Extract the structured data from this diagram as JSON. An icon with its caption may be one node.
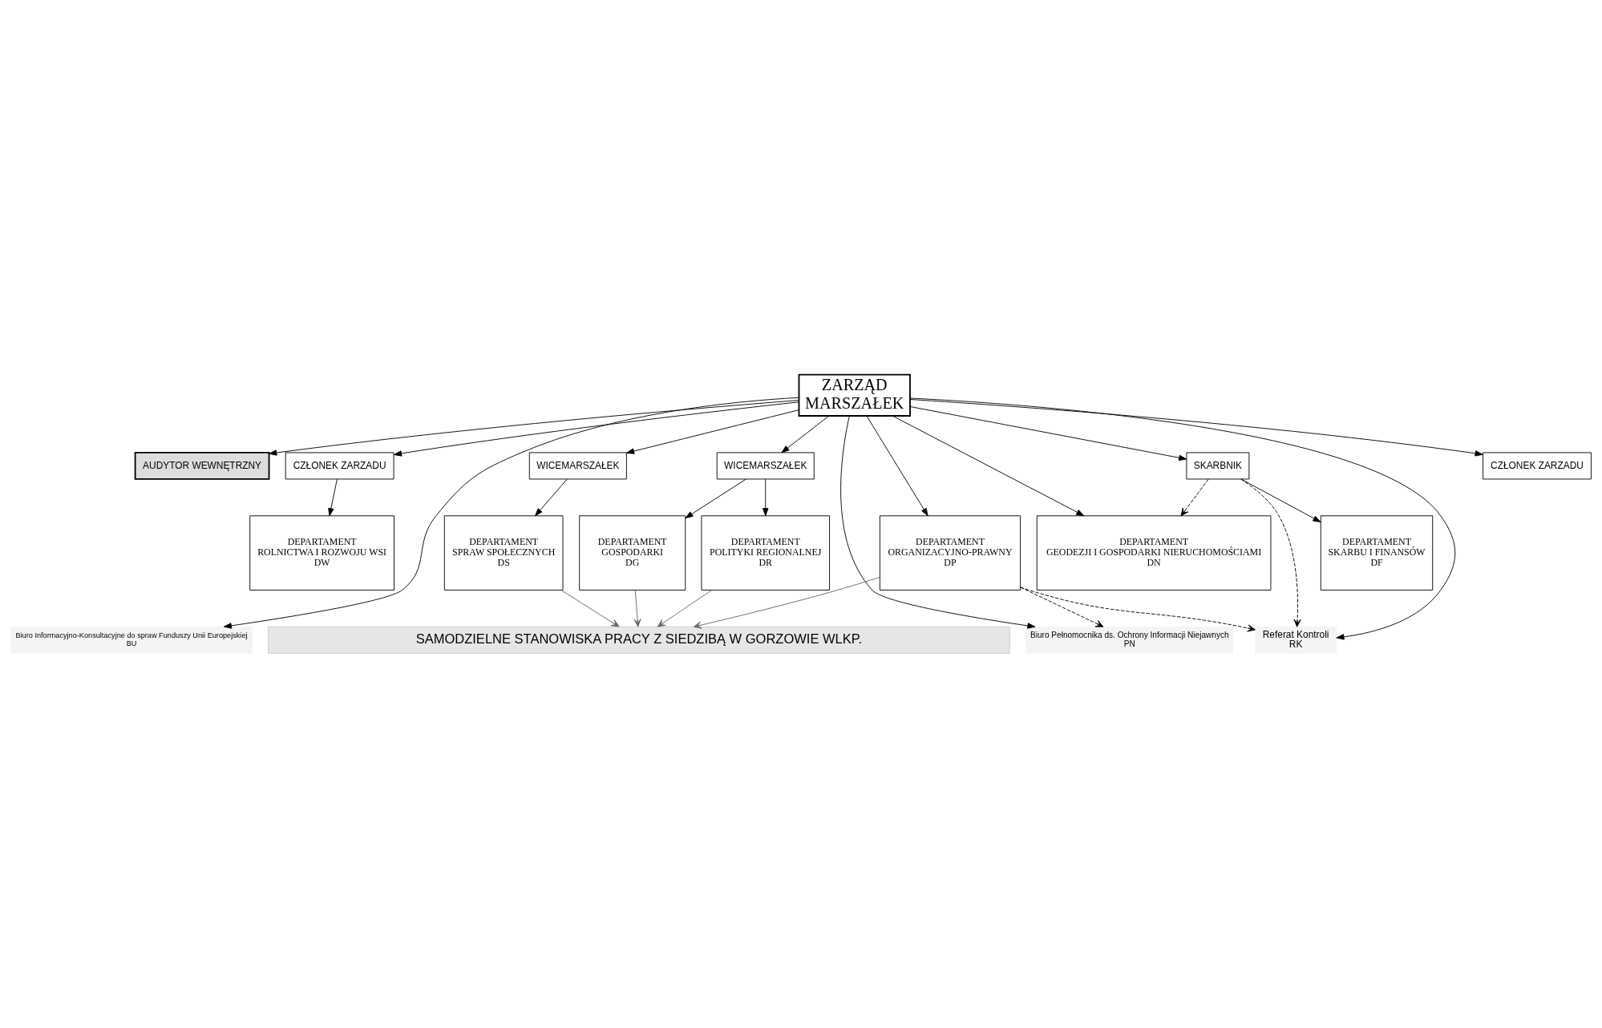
{
  "diagram": {
    "nodes": [
      {
        "text": [
          "ZARZĄD",
          "MARSZAŁEK"
        ]
      },
      {
        "text": [
          "AUDYTOR WEWNĘTRZNY"
        ]
      },
      {
        "text": [
          "CZŁONEK ZARZADU"
        ]
      },
      {
        "text": [
          "Biuro Informacyjno-Konsultacyjne do spraw Funduszy Unii Europejskiej",
          "BU"
        ]
      },
      {
        "text": [
          "WICEMARSZAŁEK"
        ]
      },
      {
        "text": [
          "Biuro Pełnomocnika ds. Ochrony Informacji Niejawnych",
          "PN"
        ]
      },
      {
        "text": [
          "Referat Kontroli",
          "RK"
        ]
      },
      {
        "text": [
          "SKARBNIK"
        ]
      },
      {
        "text": [
          "WICEMARSZAŁEK"
        ]
      },
      {
        "text": [
          "CZŁONEK ZARZADU"
        ]
      },
      {
        "text": [
          "DEPARTAMENT",
          "ROLNICTWA I ROZWOJU WSI",
          "DW"
        ]
      },
      {
        "text": [
          "DEPARTAMENT",
          "GOSPODARKI",
          "DG"
        ]
      },
      {
        "text": [
          "DEPARTAMENT",
          "POLITYKI REGIONALNEJ",
          "DR"
        ]
      },
      {
        "text": [
          "DEPARTAMENT",
          "ORGANIZACYJNO-PRAWNY",
          "DP"
        ]
      },
      {
        "text": [
          "DEPARTAMENT",
          "SKARBU I FINANSÓW",
          "DF"
        ]
      },
      {
        "text": [
          "DEPARTAMENT",
          "GEODEZJI I GOSPODARKI NIERUCHOMOŚCIAMI",
          "DN"
        ]
      },
      {
        "text": [
          "DEPARTAMENT",
          "SPRAW SPOŁECZNYCH",
          "DS"
        ]
      },
      {
        "text": [
          "SAMODZIELNE STANOWISKA PRACY Z SIEDZIBĄ W GORZOWIE WLKP."
        ]
      }
    ],
    "edges": [
      {
        "from": 0,
        "to": 1,
        "arrow": "to"
      },
      {
        "from": 0,
        "to": 2,
        "arrow": "to"
      },
      {
        "from": 0,
        "to": 3,
        "arrow": "to"
      },
      {
        "from": 0,
        "to": 4,
        "arrow": "to"
      },
      {
        "from": 0,
        "to": 5,
        "arrow": "to"
      },
      {
        "from": 0,
        "to": 13,
        "arrow": "to"
      },
      {
        "from": 0,
        "to": 6,
        "arrow": "to"
      },
      {
        "from": 0,
        "to": 7,
        "arrow": "to"
      },
      {
        "from": 0,
        "to": 15,
        "arrow": "to"
      },
      {
        "from": 0,
        "to": 8,
        "arrow": "to"
      },
      {
        "from": 0,
        "to": 9,
        "arrow": "to"
      },
      {
        "from": 2,
        "to": 10,
        "arrow": "to"
      },
      {
        "from": 4,
        "to": 11,
        "arrow": "to"
      },
      {
        "from": 4,
        "to": 12,
        "arrow": "to"
      },
      {
        "from": 7,
        "to": 6,
        "arrow": "to",
        "style": "dashed"
      },
      {
        "from": 7,
        "to": 14,
        "arrow": "to"
      },
      {
        "from": 7,
        "to": 15,
        "arrow": "to",
        "style": "dashed"
      },
      {
        "from": 8,
        "to": 16,
        "arrow": "to"
      },
      {
        "from": 13,
        "to": 5,
        "arrow": "to",
        "style": "dashed"
      },
      {
        "from": 13,
        "to": 6,
        "arrow": "to",
        "style": "dashed"
      },
      {
        "from": 11,
        "to": 17,
        "arrow": "to",
        "color": "#666666"
      },
      {
        "from": 12,
        "to": 17,
        "arrow": "to",
        "color": "#666666"
      },
      {
        "from": 13,
        "to": 17,
        "arrow": "to",
        "color": "#666666"
      },
      {
        "from": 16,
        "to": 17,
        "arrow": "to",
        "color": "#666666"
      }
    ]
  }
}
